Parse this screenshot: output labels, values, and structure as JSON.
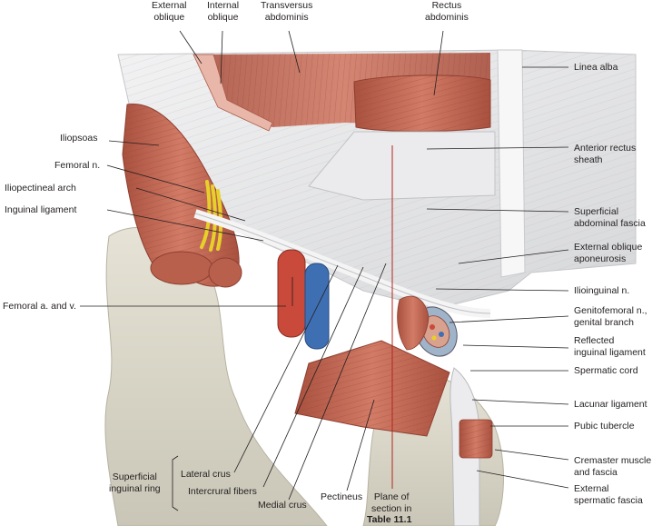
{
  "labels": {
    "external_oblique": "External\noblique",
    "internal_oblique": "Internal\noblique",
    "transversus_abdominis": "Transversus\nabdominis",
    "rectus_abdominis": "Rectus\nabdominis",
    "linea_alba": "Linea alba",
    "iliopsoas": "Iliopsoas",
    "femoral_n": "Femoral n.",
    "iliopectineal_arch": "Iliopectineal arch",
    "inguinal_ligament": "Inguinal ligament",
    "femoral_a_v": "Femoral a. and v.",
    "anterior_rectus_sheath": "Anterior rectus\nsheath",
    "superficial_abdominal_fascia": "Superficial\nabdominal fascia",
    "external_oblique_aponeurosis": "External oblique\naponeurosis",
    "ilioinguinal_n": "Ilioinguinal n.",
    "genitofemoral_n": "Genitofemoral n.,\ngenital branch",
    "reflected_inguinal_ligament": "Reflected\ninguinal ligament",
    "spermatic_cord": "Spermatic cord",
    "lacunar_ligament": "Lacunar ligament",
    "pubic_tubercle": "Pubic tubercle",
    "cremaster_muscle": "Cremaster muscle\nand fascia",
    "external_spermatic_fascia": "External\nspermatic fascia",
    "superficial_inguinal_ring": "Superficial\ninguinal ring",
    "lateral_crus": "Lateral crus",
    "intercrural_fibers": "Intercrural fibers",
    "medial_crus": "Medial crus",
    "pectineus": "Pectineus",
    "plane_of_section": "Plane of\nsection in",
    "table_ref": "Table 11.1"
  },
  "colors": {
    "muscle": "#c9705f",
    "muscle_dark": "#9a4a3c",
    "fascia": "#e4e4e6",
    "bone": "#d9d6c8",
    "artery": "#c94a3a",
    "vein": "#3f6fb3",
    "nerve": "#e8d02a",
    "plane_line": "#b3261e"
  }
}
